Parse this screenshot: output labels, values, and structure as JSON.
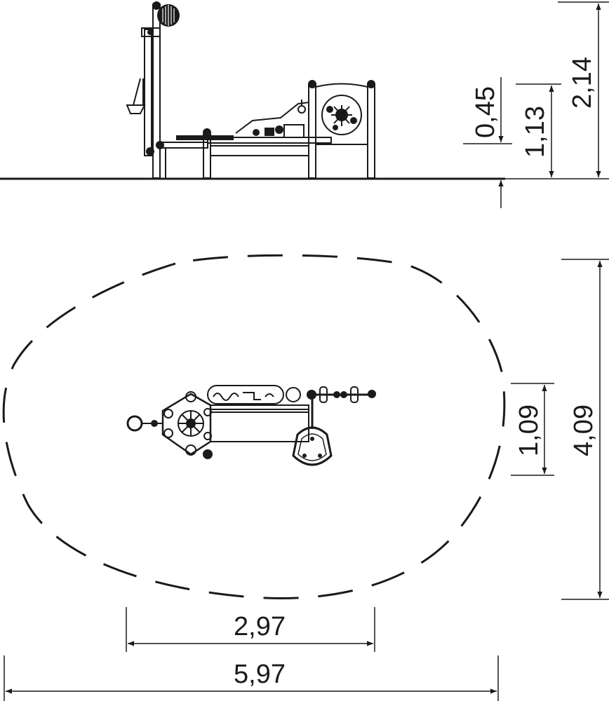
{
  "elevation": {
    "dim_free_fall_height": "0,45",
    "dim_platform_height": "1,13",
    "dim_total_height": "2,14"
  },
  "plan": {
    "dim_equipment_depth": "1,09",
    "dim_area_depth": "4,09",
    "dim_equipment_length": "2,97",
    "dim_area_length": "5,97"
  },
  "colors": {
    "line": "#1a1a1a",
    "background": "#ffffff"
  }
}
